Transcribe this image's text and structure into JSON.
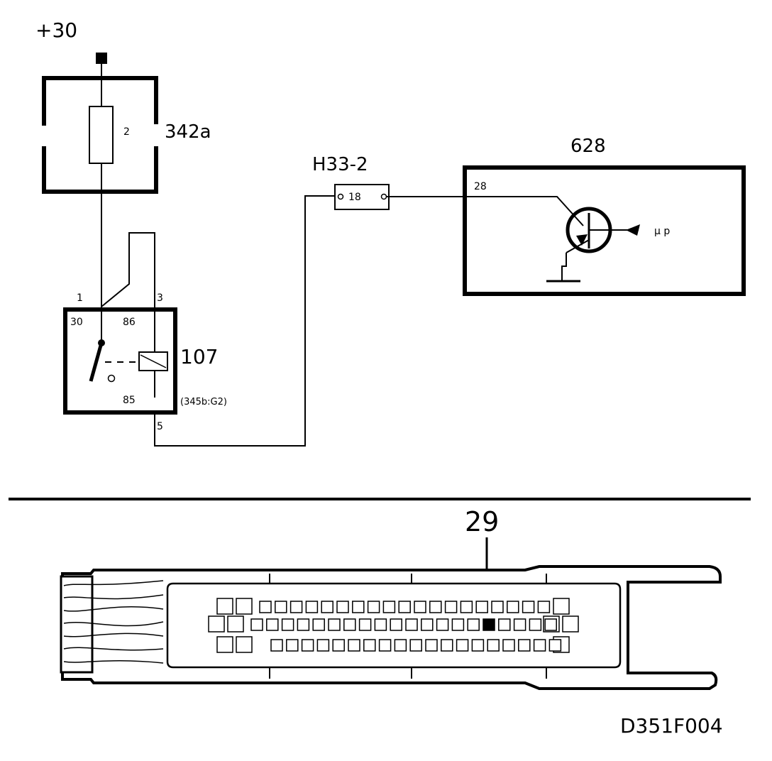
{
  "supply_label": "+30",
  "fuse_box": {
    "id": "342a",
    "fuse_number": "2"
  },
  "relay": {
    "id": "107",
    "ref": "(345b:G2)",
    "terminal_30": "30",
    "terminal_86": "86",
    "terminal_85": "85",
    "pin_1": "1",
    "pin_3": "3",
    "pin_5": "5"
  },
  "connector": {
    "id": "H33-2",
    "pin": "18"
  },
  "control_module": {
    "id": "628",
    "pin": "28",
    "signal_label": "μ p"
  },
  "ecu_connector": {
    "highlighted_pin": "29"
  },
  "figure_code": "D351F004"
}
